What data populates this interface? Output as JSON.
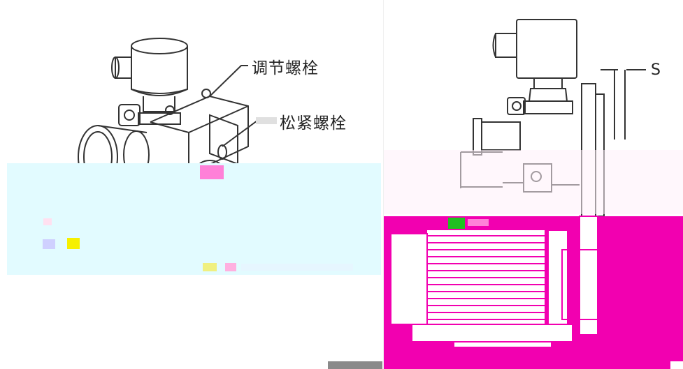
{
  "left_figure": {
    "callouts": {
      "adjust_bolt": "调节螺栓",
      "loosen_bolt": "松紧螺栓"
    },
    "colors": {
      "line": "#333333",
      "band_cyan": "#e2fbff",
      "glitch_yellow": "#e8e000",
      "glitch_magenta": "#e0207e"
    }
  },
  "right_figure": {
    "dimension_label": "S",
    "colors": {
      "line": "#333333",
      "band_pink": "#ffc8ef",
      "band_magenta": "#f20fa8",
      "bottom_magenta": "#f000b0",
      "glitch_green": "#20c020"
    }
  },
  "bottom_bar": {
    "color": "#8a8a8a"
  }
}
